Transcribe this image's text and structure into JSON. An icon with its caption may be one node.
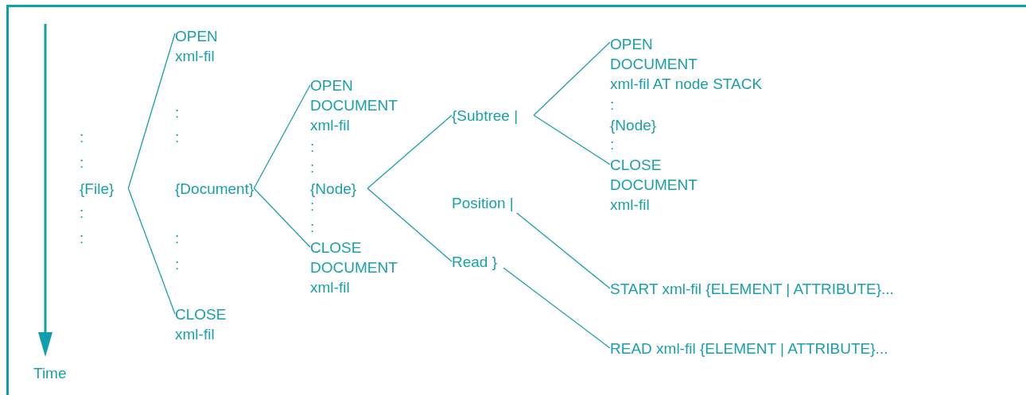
{
  "diagram": {
    "nodes": [
      {
        "text": [
          "{File}"
        ]
      },
      {
        "text": [
          "OPEN xml-fil"
        ]
      },
      {
        "text": [
          "{Document}"
        ]
      },
      {
        "text": [
          "CLOSE xml-fil"
        ]
      },
      {
        "text": [
          "OPEN DOCUMENT xml-fil"
        ]
      },
      {
        "text": [
          "{Node}"
        ]
      },
      {
        "text": [
          "CLOSE DOCUMENT xml-fil"
        ]
      },
      {
        "text": [
          "{Subtree |"
        ]
      },
      {
        "text": [
          "Position |"
        ]
      },
      {
        "text": [
          "Read }"
        ]
      },
      {
        "text": [
          "OPEN DOCUMENT xml-fil AT node STACK"
        ]
      },
      {
        "text": [
          "CLOSE DOCUMENT xml-fil"
        ]
      },
      {
        "text": [
          "START xml-fil {ELEMENT | ATTRIBUTE}..."
        ]
      },
      {
        "text": [
          "READ xml-fil {ELEMENT | ATTRIBUTE}..."
        ]
      }
    ],
    "edges": [
      {
        "from": 0,
        "to": 1,
        "arrow": "none"
      },
      {
        "from": 0,
        "to": 3,
        "arrow": "none"
      },
      {
        "from": 2,
        "to": 4,
        "arrow": "none"
      },
      {
        "from": 2,
        "to": 6,
        "arrow": "none"
      },
      {
        "from": 5,
        "to": 7,
        "arrow": "none"
      },
      {
        "from": 5,
        "to": 9,
        "arrow": "none"
      },
      {
        "from": 7,
        "to": 10,
        "arrow": "none"
      },
      {
        "from": 7,
        "to": 11,
        "arrow": "none"
      },
      {
        "from": 8,
        "to": 12,
        "arrow": "none"
      },
      {
        "from": 9,
        "to": 13,
        "arrow": "none"
      }
    ],
    "labels": [
      ":",
      ":",
      ":",
      ":",
      ":",
      ":",
      ":",
      ":",
      ":",
      ":",
      ":",
      ":",
      ":",
      "{Node}",
      ":",
      "Time"
    ]
  }
}
